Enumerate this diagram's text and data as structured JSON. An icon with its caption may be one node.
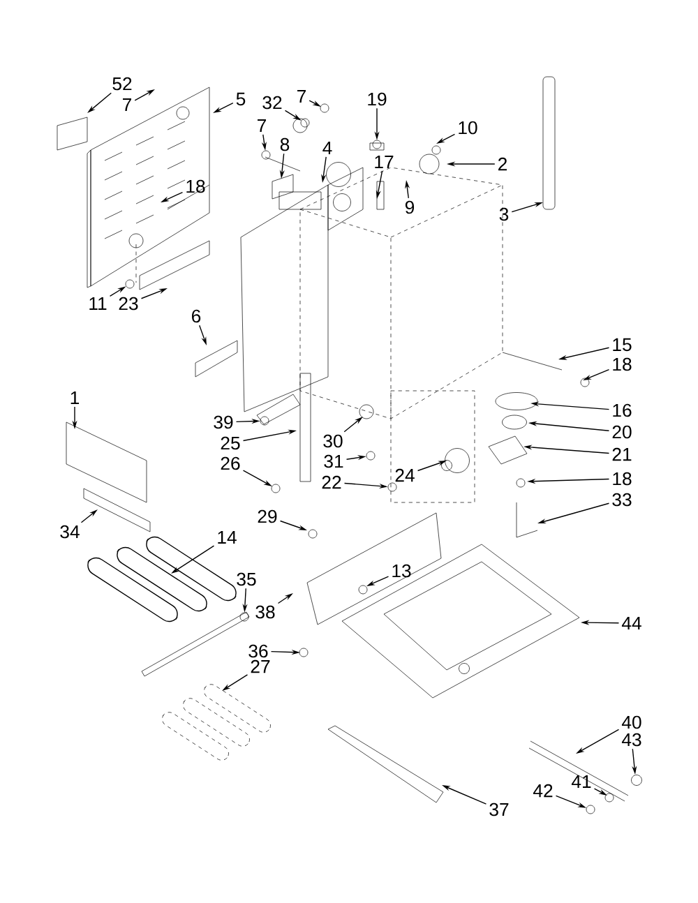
{
  "diagram": {
    "nodes": [
      {
        "text": [
          "52"
        ]
      },
      {
        "text": [
          "7"
        ]
      },
      {
        "text": [
          "5"
        ]
      },
      {
        "text": [
          "7"
        ]
      },
      {
        "text": [
          "32"
        ]
      },
      {
        "text": [
          "19"
        ]
      },
      {
        "text": [
          "10"
        ]
      },
      {
        "text": [
          "2"
        ]
      },
      {
        "text": [
          "3"
        ]
      },
      {
        "text": [
          "7"
        ]
      },
      {
        "text": [
          "8"
        ]
      },
      {
        "text": [
          "4"
        ]
      },
      {
        "text": [
          "17"
        ]
      },
      {
        "text": [
          "9"
        ]
      },
      {
        "text": [
          "18"
        ]
      },
      {
        "text": [
          "11"
        ]
      },
      {
        "text": [
          "23"
        ]
      },
      {
        "text": [
          "6"
        ]
      },
      {
        "text": [
          "15"
        ]
      },
      {
        "text": [
          "18"
        ]
      },
      {
        "text": [
          "1"
        ]
      },
      {
        "text": [
          "16"
        ]
      },
      {
        "text": [
          "20"
        ]
      },
      {
        "text": [
          "39"
        ]
      },
      {
        "text": [
          "30"
        ]
      },
      {
        "text": [
          "25"
        ]
      },
      {
        "text": [
          "21"
        ]
      },
      {
        "text": [
          "31"
        ]
      },
      {
        "text": [
          "24"
        ]
      },
      {
        "text": [
          "26"
        ]
      },
      {
        "text": [
          "22"
        ]
      },
      {
        "text": [
          "18"
        ]
      },
      {
        "text": [
          "33"
        ]
      },
      {
        "text": [
          "29"
        ]
      },
      {
        "text": [
          "34"
        ]
      },
      {
        "text": [
          "14"
        ]
      },
      {
        "text": [
          "13"
        ]
      },
      {
        "text": [
          "35"
        ]
      },
      {
        "text": [
          "38"
        ]
      },
      {
        "text": [
          "44"
        ]
      },
      {
        "text": [
          "36"
        ]
      },
      {
        "text": [
          "27"
        ]
      },
      {
        "text": [
          "40"
        ]
      },
      {
        "text": [
          "43"
        ]
      },
      {
        "text": [
          "41"
        ]
      },
      {
        "text": [
          "42"
        ]
      },
      {
        "text": [
          "37"
        ]
      },
      {
        "text": [],
        "shape": "circle"
      },
      {
        "text": [],
        "shape": "circle"
      },
      {
        "text": [],
        "shape": "circle"
      },
      {
        "text": [],
        "shape": "circle"
      },
      {
        "text": [],
        "shape": "circle"
      },
      {
        "text": [],
        "shape": "circle"
      },
      {
        "text": [],
        "shape": "circle"
      },
      {
        "text": [],
        "shape": "circle"
      },
      {
        "text": [],
        "shape": "circle"
      }
    ],
    "edges": [
      {
        "from": 0,
        "to": null,
        "arrow": "to"
      },
      {
        "from": 1,
        "to": null,
        "arrow": "to"
      },
      {
        "from": 2,
        "to": null,
        "arrow": "to"
      },
      {
        "from": 3,
        "to": null,
        "arrow": "to"
      },
      {
        "from": 4,
        "to": 47,
        "arrow": "to"
      },
      {
        "from": 5,
        "to": 48,
        "arrow": "to"
      },
      {
        "from": 6,
        "to": null,
        "arrow": "to"
      },
      {
        "from": 7,
        "to": null,
        "arrow": "to"
      },
      {
        "from": 8,
        "to": null,
        "arrow": "to"
      },
      {
        "from": 9,
        "to": 49,
        "arrow": "to"
      },
      {
        "from": 10,
        "to": null,
        "arrow": "to"
      },
      {
        "from": 11,
        "to": null,
        "arrow": "to"
      },
      {
        "from": 12,
        "to": null,
        "arrow": "to"
      },
      {
        "from": 13,
        "to": null,
        "arrow": "to"
      },
      {
        "from": 14,
        "to": null,
        "arrow": "to"
      },
      {
        "from": 15,
        "to": 50,
        "arrow": "to"
      },
      {
        "from": 16,
        "to": null,
        "arrow": "to"
      },
      {
        "from": 17,
        "to": null,
        "arrow": "to"
      },
      {
        "from": 18,
        "to": null,
        "arrow": "to"
      },
      {
        "from": 19,
        "to": null,
        "arrow": "to"
      },
      {
        "from": 20,
        "to": null,
        "arrow": "to"
      },
      {
        "from": 21,
        "to": null,
        "arrow": "to"
      },
      {
        "from": 22,
        "to": null,
        "arrow": "to"
      },
      {
        "from": 23,
        "to": 51,
        "arrow": "to"
      },
      {
        "from": 24,
        "to": null,
        "arrow": "to"
      },
      {
        "from": 25,
        "to": null,
        "arrow": "to"
      },
      {
        "from": 26,
        "to": null,
        "arrow": "to"
      },
      {
        "from": 27,
        "to": 52,
        "arrow": "to"
      },
      {
        "from": 28,
        "to": null,
        "arrow": "to"
      },
      {
        "from": 29,
        "to": null,
        "arrow": "to"
      },
      {
        "from": 30,
        "to": 53,
        "arrow": "to"
      },
      {
        "from": 31,
        "to": null,
        "arrow": "to"
      },
      {
        "from": 32,
        "to": null,
        "arrow": "to"
      },
      {
        "from": 33,
        "to": null,
        "arrow": "to"
      },
      {
        "from": 34,
        "to": null,
        "arrow": "to"
      },
      {
        "from": 35,
        "to": null,
        "arrow": "to"
      },
      {
        "from": 36,
        "to": null,
        "arrow": "to"
      },
      {
        "from": 37,
        "to": 54,
        "arrow": "to"
      },
      {
        "from": 38,
        "to": null,
        "arrow": "to"
      },
      {
        "from": 39,
        "to": null,
        "arrow": "to"
      },
      {
        "from": 40,
        "to": null,
        "arrow": "to"
      },
      {
        "from": 41,
        "to": null,
        "arrow": "to"
      },
      {
        "from": 42,
        "to": null,
        "arrow": "to"
      },
      {
        "from": 43,
        "to": null,
        "arrow": "to"
      },
      {
        "from": 44,
        "to": null,
        "arrow": "to"
      },
      {
        "from": 45,
        "to": 55,
        "arrow": "to"
      },
      {
        "from": 46,
        "to": null,
        "arrow": "to"
      }
    ]
  }
}
